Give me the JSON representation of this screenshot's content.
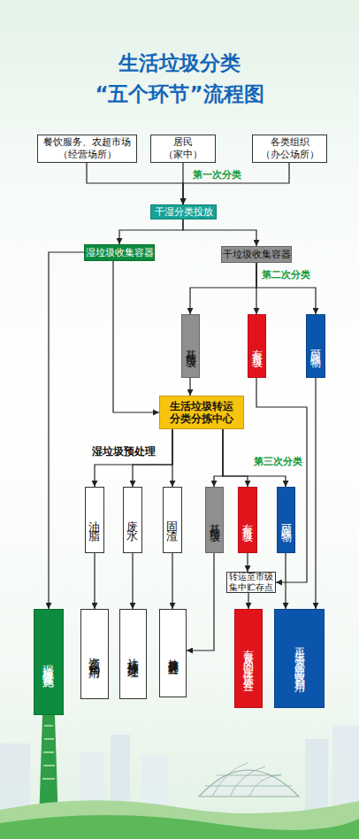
{
  "diagram": {
    "title": "生活垃圾分类 “五个环节”流程图",
    "nodes": [
      {
        "text": [
          "餐饮服务、农超市场 （经营场所）"
        ]
      },
      {
        "text": [
          "居民 （家中）"
        ]
      },
      {
        "text": [
          "各类组织 （办公场所）"
        ]
      },
      {
        "text": [
          "干湿分类投放"
        ]
      },
      {
        "text": [
          "湿垃圾收集容器"
        ]
      },
      {
        "text": [
          "干垃圾收集容器"
        ]
      },
      {
        "text": [
          "其他垃圾"
        ]
      },
      {
        "text": [
          "有害垃圾"
        ]
      },
      {
        "text": [
          "可回收物"
        ]
      },
      {
        "text": [
          "生活垃圾转运 分类分拣中心"
        ]
      },
      {
        "text": [
          "油脂"
        ]
      },
      {
        "text": [
          "废水"
        ]
      },
      {
        "text": [
          "固渣"
        ]
      },
      {
        "text": [
          "其他垃圾"
        ]
      },
      {
        "text": [
          "有害垃圾"
        ]
      },
      {
        "text": [
          "可回收物"
        ]
      },
      {
        "text": [
          "转运至市级 集中贮存点"
        ]
      },
      {
        "text": [
          "湿垃圾处置设施"
        ]
      },
      {
        "text": [
          "资源化利用"
        ]
      },
      {
        "text": [
          "达标排放处理"
        ]
      },
      {
        "text": [
          "垃圾焚烧厂处置"
        ]
      },
      {
        "text": [
          "有资质的企业依法处置"
        ]
      },
      {
        "text": [
          "再生资源企业回收再利用"
        ]
      }
    ],
    "edges": [
      {
        "from": 0,
        "to": 3,
        "arrow": "to"
      },
      {
        "from": 1,
        "to": 3,
        "label": "第一次分类",
        "arrow": "to"
      },
      {
        "from": 2,
        "to": 3,
        "arrow": "to"
      },
      {
        "from": 3,
        "to": 4,
        "arrow": "to"
      },
      {
        "from": 3,
        "to": 5,
        "arrow": "to"
      },
      {
        "from": 4,
        "to": 17,
        "arrow": "to"
      },
      {
        "from": 4,
        "to": 9,
        "arrow": "to"
      },
      {
        "from": 5,
        "to": 6,
        "arrow": "to"
      },
      {
        "from": 5,
        "to": 7,
        "label": "第二次分类",
        "arrow": "to"
      },
      {
        "from": 5,
        "to": 8,
        "arrow": "to"
      },
      {
        "from": 6,
        "to": 9,
        "arrow": "to"
      },
      {
        "from": 7,
        "to": 16,
        "arrow": "to"
      },
      {
        "from": 8,
        "to": 22,
        "arrow": "to"
      },
      {
        "from": 9,
        "to": 10,
        "arrow": "to"
      },
      {
        "from": 9,
        "to": 11,
        "label": "湿垃圾预处理",
        "arrow": "to"
      },
      {
        "from": 9,
        "to": 12,
        "arrow": "to"
      },
      {
        "from": 9,
        "to": 13,
        "arrow": "to"
      },
      {
        "from": 9,
        "to": 14,
        "label": "第三次分类",
        "arrow": "to"
      },
      {
        "from": 9,
        "to": 15,
        "arrow": "to"
      },
      {
        "from": 10,
        "to": 18,
        "arrow": "to"
      },
      {
        "from": 11,
        "to": 19,
        "arrow": "to"
      },
      {
        "from": 12,
        "to": 20,
        "arrow": "to"
      },
      {
        "from": 13,
        "to": 20,
        "arrow": "to"
      },
      {
        "from": 14,
        "to": 16,
        "arrow": "to"
      },
      {
        "from": 15,
        "to": 22,
        "arrow": "to"
      },
      {
        "from": 16,
        "to": 21,
        "arrow": "to"
      }
    ]
  }
}
